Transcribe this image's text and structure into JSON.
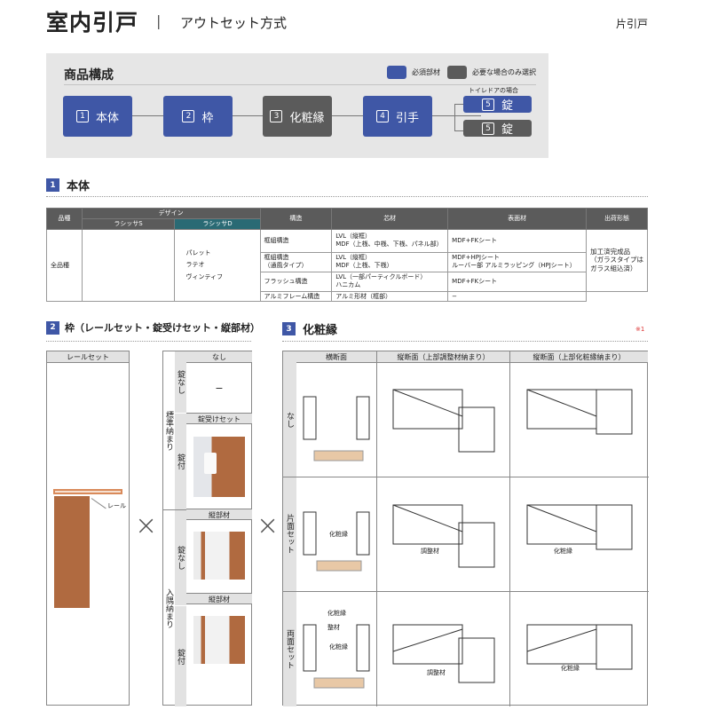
{
  "header": {
    "title": "室内引戸",
    "separator": "|",
    "subtitle": "アウトセット方式",
    "door_type": "片引戸"
  },
  "composition": {
    "title": "商品構成",
    "legend": [
      {
        "label": "必須部材",
        "color": "#3f57a6"
      },
      {
        "label": "必要な場合のみ選択",
        "color": "#5b5b5b"
      }
    ],
    "blocks": [
      {
        "num": "1",
        "label": "本体",
        "required": true
      },
      {
        "num": "2",
        "label": "枠",
        "required": true
      },
      {
        "num": "3",
        "label": "化粧縁",
        "required": false
      },
      {
        "num": "4",
        "label": "引手",
        "required": true
      }
    ],
    "toilet_note": "トイレドアの場合",
    "lock_required": {
      "num": "5",
      "label": "錠"
    },
    "lock_optional": {
      "num": "5",
      "label": "錠"
    }
  },
  "section1": {
    "num": "1",
    "title": "本体",
    "table": {
      "headers": {
        "kind": "品種",
        "design": "デザイン",
        "design_s": "ラシッサS",
        "design_d": "ラシッサD",
        "structure": "構造",
        "core": "芯材",
        "surface": "表面材",
        "shipping": "出荷形態"
      },
      "kind": "全品種",
      "design_d_items": [
        "パレット",
        "ラテオ",
        "ヴィンティフ"
      ],
      "rows": [
        {
          "structure": "框組構造",
          "core": "LVL（縦框）\nMDF（上桟、中桟、下桟、パネル部）",
          "surface": "MDF+FKシート"
        },
        {
          "structure": "框組構造\n（通風タイプ）",
          "core": "LVL（縦框）\nMDF（上桟、下桟）",
          "surface": "MDF+HPJシート\nルーバー部 アルミラッピング（HPJシート）"
        },
        {
          "structure": "フラッシュ構造",
          "core": "LVL（一部パーティクルボード）\nハニカム",
          "surface": "MDF+FKシート"
        },
        {
          "structure": "アルミフレーム構造",
          "core": "アルミ形材（框部）",
          "surface": "−"
        }
      ],
      "shipping": "加工済完成品\n（ガラスタイプは\nガラス組込済）"
    }
  },
  "section2": {
    "num": "2",
    "title": "枠（レールセット・錠受けセット・縦部材）",
    "rail_header": "レールセット",
    "rail_label": "レール",
    "times": "×",
    "groups": [
      {
        "label": "標準納まり",
        "rows": [
          {
            "side": "錠なし",
            "header": "なし",
            "content": "−"
          },
          {
            "side": "錠付",
            "header": "錠受けセット"
          }
        ]
      },
      {
        "label": "入隅納まり",
        "rows": [
          {
            "side": "錠なし",
            "header": "縦部材"
          },
          {
            "side": "錠付",
            "header": "縦部材"
          }
        ]
      }
    ]
  },
  "section3": {
    "num": "3",
    "title": "化粧縁",
    "note": "※1",
    "times": "×",
    "columns": [
      "横断面",
      "縦断面（上部調整材納まり）",
      "縦断面（上部化粧縁納まり）"
    ],
    "rows": [
      "なし",
      "片面セット",
      "両面セット"
    ],
    "labels": {
      "kesho": "化粧縁",
      "chosei": "調整材",
      "seizai": "整材"
    }
  }
}
